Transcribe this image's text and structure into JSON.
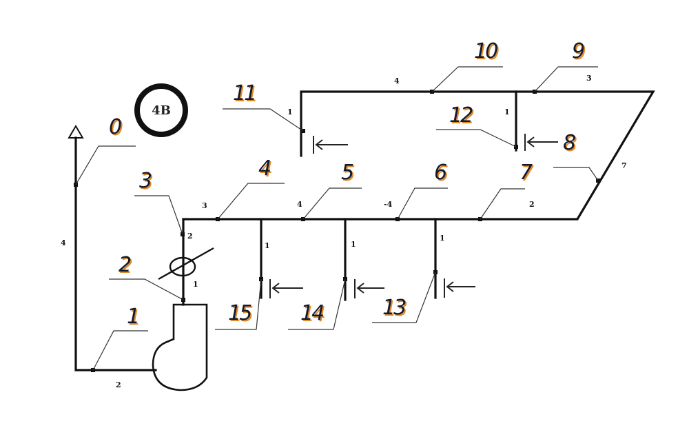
{
  "diagram": {
    "unit_badge": "4B",
    "node_labels": [
      "0",
      "1",
      "2",
      "3",
      "4",
      "5",
      "6",
      "7",
      "8",
      "9",
      "10",
      "11",
      "12",
      "13",
      "14",
      "15"
    ],
    "segment_labels": [
      "4",
      "2",
      "1",
      "2",
      "3",
      "4",
      "-4",
      "2",
      "7",
      "1",
      "1",
      "1",
      "1",
      "4",
      "3",
      "1"
    ]
  }
}
